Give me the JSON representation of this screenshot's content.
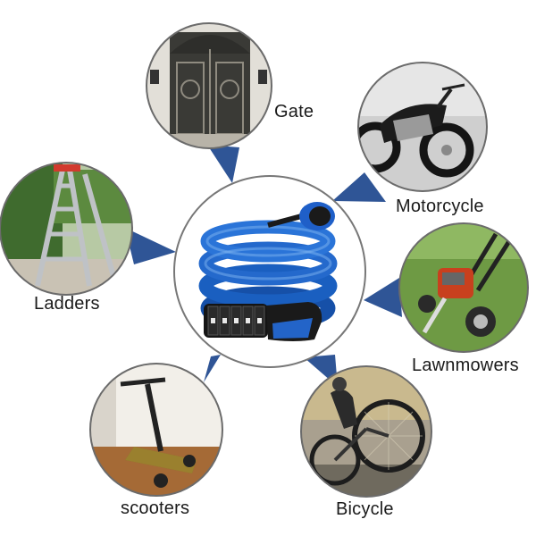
{
  "product": {
    "name": "coiled-cable-combination-lock",
    "cable_color": "#1e63c4",
    "accent_color": "#1f4f9e"
  },
  "uses": {
    "gate": "Gate",
    "motorcycle": "Motorcycle",
    "ladders": "Ladders",
    "lawnmowers": "Lawnmowers",
    "scooters": "scooters",
    "bicycle": "Bicycle"
  },
  "colors": {
    "connector": "#2f5596",
    "circle_border": "#6b6b6b",
    "text": "#1a1a1a"
  }
}
